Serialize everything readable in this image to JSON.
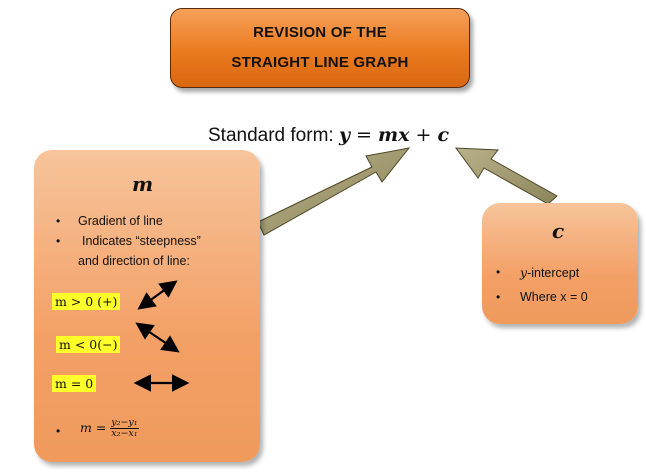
{
  "title": {
    "line1": "REVISION OF THE",
    "line2": "STRAIGHT LINE GRAPH"
  },
  "standard_form": {
    "prefix": "Standard form: ",
    "equation_lhs": "y",
    "equals": " = ",
    "mx": "mx",
    "plus": " + ",
    "c": "c"
  },
  "m_card": {
    "heading": "m",
    "bullet1": "Gradient of line",
    "bullet2_line1": "Indicates “steepness”",
    "bullet2_line2": "and direction  of line:",
    "case_positive": "m > 0 (+)",
    "case_negative": "m < 0(−)",
    "case_zero": "m = 0",
    "formula_lhs": "m = ",
    "formula_num": "y₂−y₁",
    "formula_den": "x₂−x₁"
  },
  "c_card": {
    "heading": "c",
    "bullet1_var": "y",
    "bullet1_text": "-intercept",
    "bullet2": "Where x = 0"
  },
  "bullet_symbol": "•",
  "colors": {
    "title_orange": "#ea7a1e",
    "card_orange": "#f3a066",
    "arrow_olive": "#a39b6e",
    "highlight": "#ffff2a"
  }
}
